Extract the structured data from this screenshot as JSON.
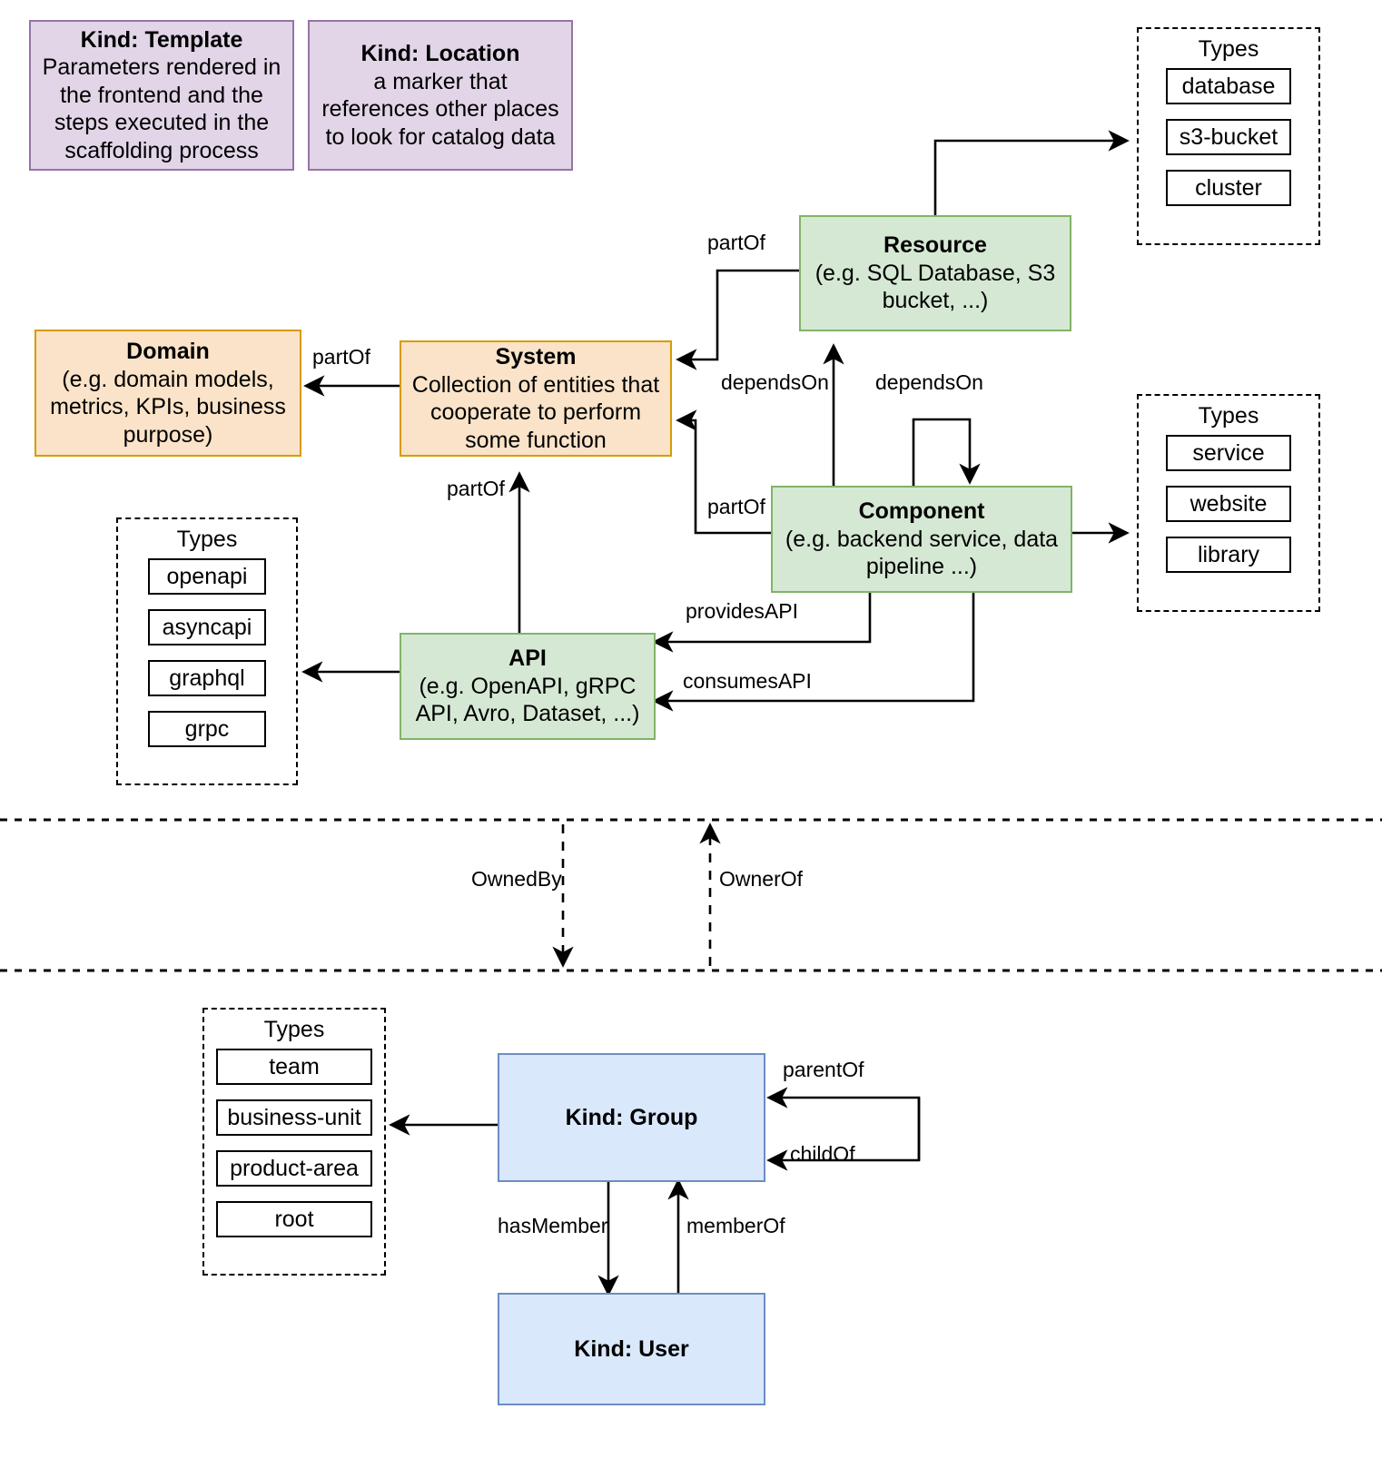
{
  "diagram": {
    "title": "Backstage catalog entity kinds and relations",
    "colors": {
      "purple_fill": "#e1d5e7",
      "purple_stroke": "#9673a6",
      "orange_fill": "#fae3c8",
      "orange_stroke": "#d79b00",
      "green_fill": "#d5e8d4",
      "green_stroke": "#82b366",
      "blue_fill": "#dae8fc",
      "blue_stroke": "#6c8ebf",
      "line": "#000000"
    }
  },
  "nodes": {
    "template": {
      "title": "Kind: Template",
      "description": "Parameters rendered in the frontend and the steps executed in  the scaffolding process"
    },
    "location": {
      "title": "Kind: Location",
      "description": "a marker that references other places to look for catalog data"
    },
    "domain": {
      "title": "Domain",
      "description": "(e.g.  domain models, metrics, KPIs, business purpose)"
    },
    "system": {
      "title": "System",
      "description": "Collection of entities that cooperate to perform some function"
    },
    "resource": {
      "title": "Resource",
      "description": "(e.g. SQL Database, S3 bucket, ...)"
    },
    "component": {
      "title": "Component",
      "description": "(e.g. backend service, data pipeline ...)"
    },
    "api": {
      "title": "API",
      "description": "(e.g. OpenAPI, gRPC API, Avro, Dataset, ...)"
    },
    "group": {
      "title": "Kind: Group",
      "description": ""
    },
    "user": {
      "title": "Kind: User",
      "description": ""
    }
  },
  "type_groups": {
    "resource_types": {
      "label": "Types",
      "items": [
        "database",
        "s3-bucket",
        "cluster"
      ]
    },
    "component_types": {
      "label": "Types",
      "items": [
        "service",
        "website",
        "library"
      ]
    },
    "api_types": {
      "label": "Types",
      "items": [
        "openapi",
        "asyncapi",
        "graphql",
        "grpc"
      ]
    },
    "group_types": {
      "label": "Types",
      "items": [
        "team",
        "business-unit",
        "product-area",
        "root"
      ]
    }
  },
  "edge_labels": {
    "resource_partof_system": "partOf",
    "system_partof_domain": "partOf",
    "component_partof_system": "partOf",
    "api_partof_system": "partOf",
    "component_dependson_resource": "dependsOn",
    "component_dependson_component": "dependsOn",
    "component_providesapi": "providesAPI",
    "component_consumesapi": "consumesAPI",
    "ownedby": "OwnedBy",
    "ownerof": "OwnerOf",
    "group_parentof": "parentOf",
    "group_childof": "childOf",
    "group_hasmember": "hasMember",
    "user_memberof": "memberOf"
  }
}
